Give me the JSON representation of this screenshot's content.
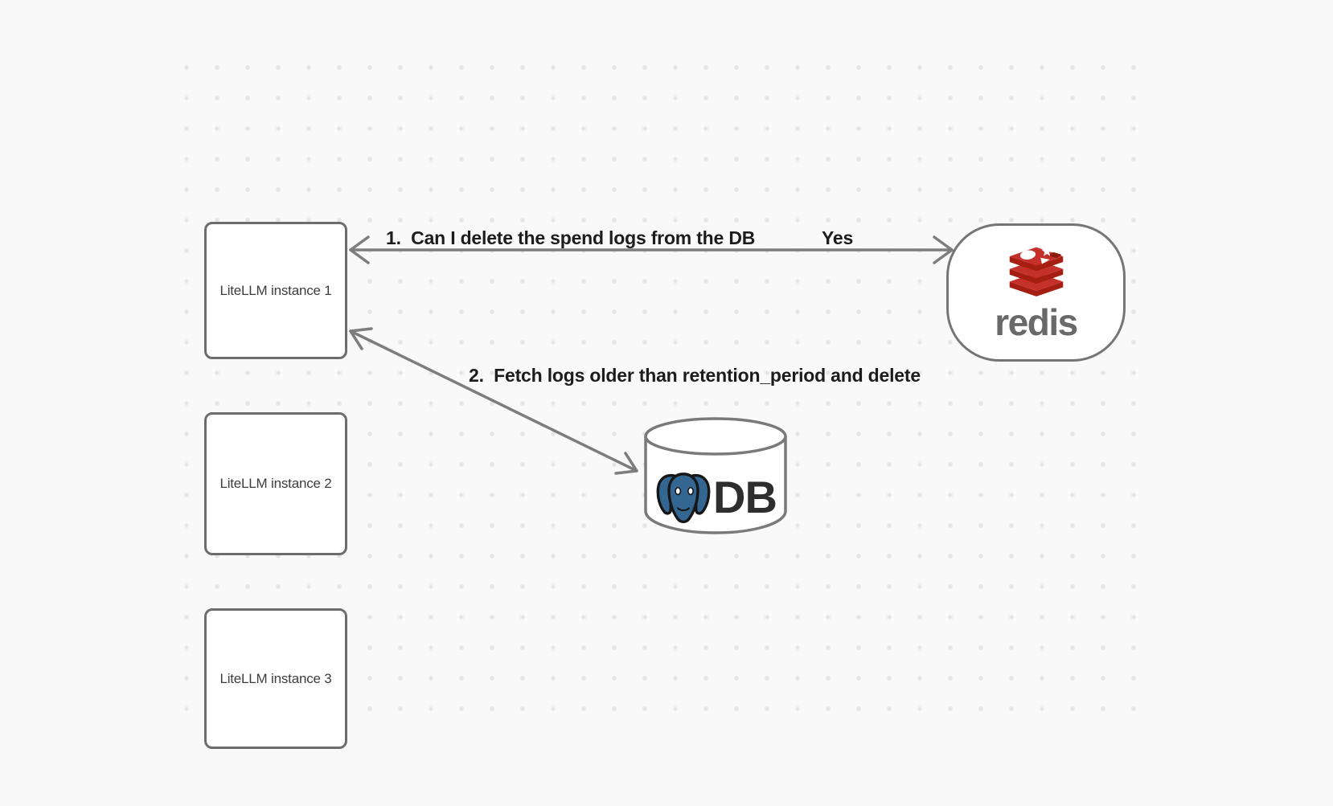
{
  "background": {
    "color": "#f9f9f9",
    "dot_color": "#e5e5e5"
  },
  "nodes": {
    "instances": [
      {
        "label": "LiteLLM instance 1"
      },
      {
        "label": "LiteLLM instance 2"
      },
      {
        "label": "LiteLLM instance 3"
      }
    ],
    "redis": {
      "wordmark": "redis"
    },
    "db": {
      "label": "DB"
    }
  },
  "edges": {
    "edge1": {
      "label": "1.  Can I delete the spend logs from the DB",
      "response": "Yes"
    },
    "edge2": {
      "label": "2.  Fetch logs older than retention_period and delete"
    }
  },
  "colors": {
    "redis_red": "#c6302b",
    "redis_dark_red": "#a41e11",
    "redis_cube_red": "#8a1a10",
    "redis_wordmark_gray": "#696969",
    "postgres_blue": "#336791",
    "arrow_gray": "#7d7d7d",
    "node_border_gray": "#6d6d6d",
    "label_text": "#1c1c1c"
  }
}
